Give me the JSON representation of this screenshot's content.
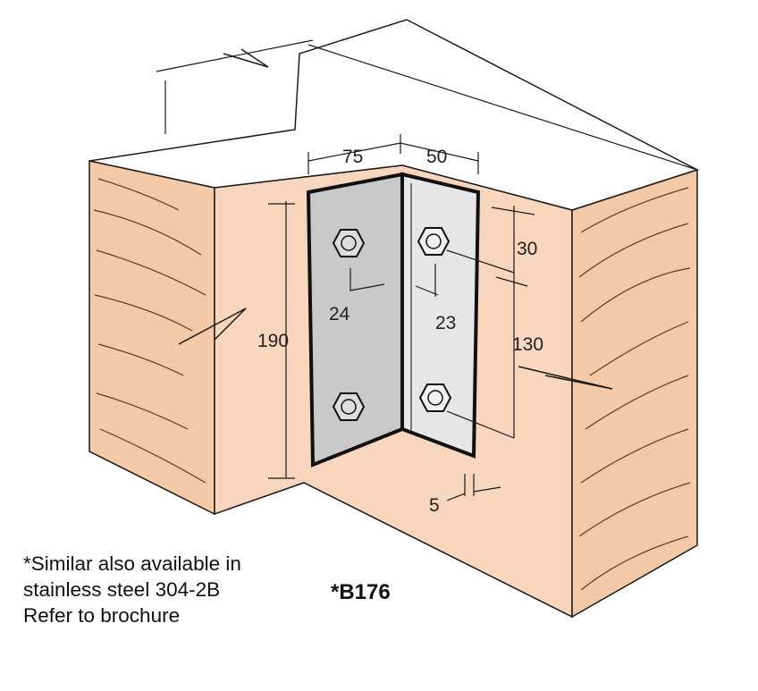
{
  "colors": {
    "timber": "#f7d6bd",
    "timber_light": "#fbe7d9",
    "end_grain": "#f4c9a8",
    "steel_left": "#c9c9c9",
    "steel_right": "#e6e6e6",
    "ink": "#1a1a1a"
  },
  "icons": [
    "hex-bolt-icon"
  ],
  "dimensions": {
    "width_left": "75",
    "width_right": "50",
    "height": "190",
    "top_offset": "30",
    "bolt_spacing": "130",
    "edge_left": "24",
    "edge_right": "23",
    "thickness": "5"
  },
  "note": {
    "line1": "*Similar also available in",
    "line2": "stainless steel 304-2B",
    "line3": "Refer to brochure"
  },
  "product_code": "*B176"
}
